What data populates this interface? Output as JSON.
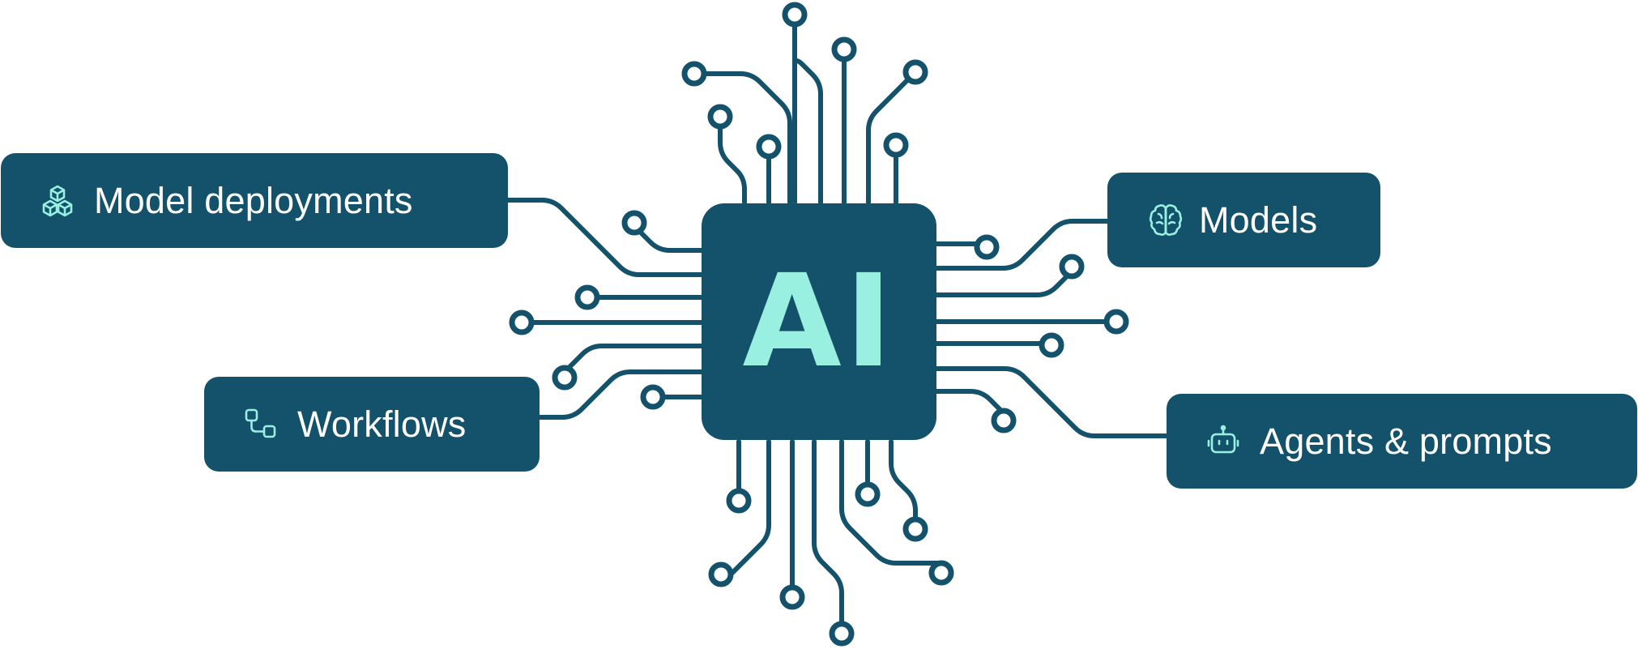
{
  "diagram": {
    "chip": {
      "label": "AI"
    },
    "nodes": [
      {
        "id": "deploy",
        "label": "Model deployments",
        "icon": "cubes-icon"
      },
      {
        "id": "workflows",
        "label": "Workflows",
        "icon": "workflow-icon"
      },
      {
        "id": "models",
        "label": "Models",
        "icon": "brain-icon"
      },
      {
        "id": "agents",
        "label": "Agents & prompts",
        "icon": "robot-icon"
      }
    ]
  },
  "colors": {
    "primary": "#13526a",
    "accent": "#99f0e1",
    "text": "#ffffff",
    "background": "#ffffff"
  }
}
